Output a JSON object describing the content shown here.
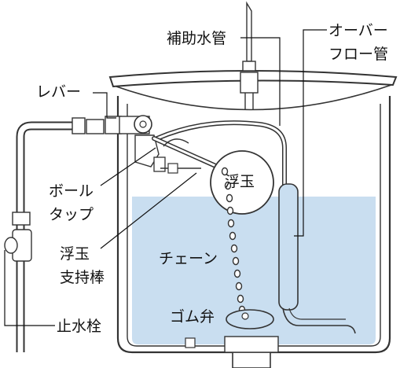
{
  "labels": {
    "auxiliary_pipe": "補助水管",
    "overflow_pipe_line1": "オーバー",
    "overflow_pipe_line2": "フロー管",
    "lever": "レバー",
    "ball_tap_line1": "ボール",
    "ball_tap_line2": "タップ",
    "float": "浮玉",
    "float_rod_line1": "浮玉",
    "float_rod_line2": "支持棒",
    "chain": "チェーン",
    "rubber_valve": "ゴム弁",
    "stop_valve": "止水栓"
  },
  "colors": {
    "water": "#c9def0",
    "outline": "#333333",
    "background": "#ffffff"
  }
}
